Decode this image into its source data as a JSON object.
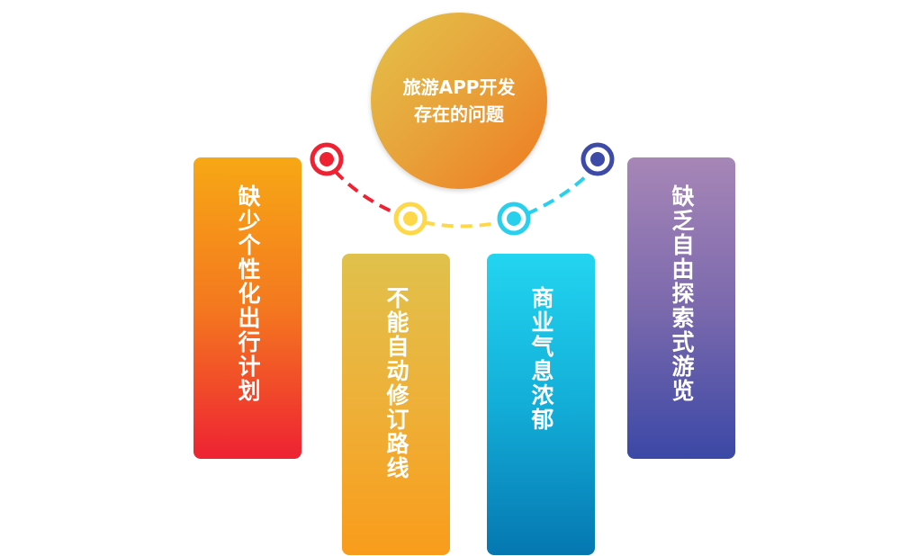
{
  "hub": {
    "line1": "旅游APP开发",
    "line2": "存在的问题",
    "gradient": [
      "#e3c249",
      "#ef7a20"
    ]
  },
  "problems": [
    {
      "label": "缺少个性化出行计划",
      "color_top": "#f7a815",
      "color_bottom": "#ee2233",
      "marker_color": "#ee2233"
    },
    {
      "label": "不能自动修订路线",
      "color_top": "#e0c14c",
      "color_bottom": "#f99c1b",
      "marker_color": "#ffd84a"
    },
    {
      "label": "商业气息浓郁",
      "color_top": "#23d5f0",
      "color_bottom": "#0577b1",
      "marker_color": "#29d0ee"
    },
    {
      "label": "缺乏自由探索式游览",
      "color_top": "#a786b7",
      "color_bottom": "#3b48a6",
      "marker_color": "#3e4aa8"
    }
  ],
  "connector": {
    "style": "dashed arc",
    "segment_colors": [
      "#ee2233",
      "#ffd84a",
      "#29d0ee"
    ]
  }
}
